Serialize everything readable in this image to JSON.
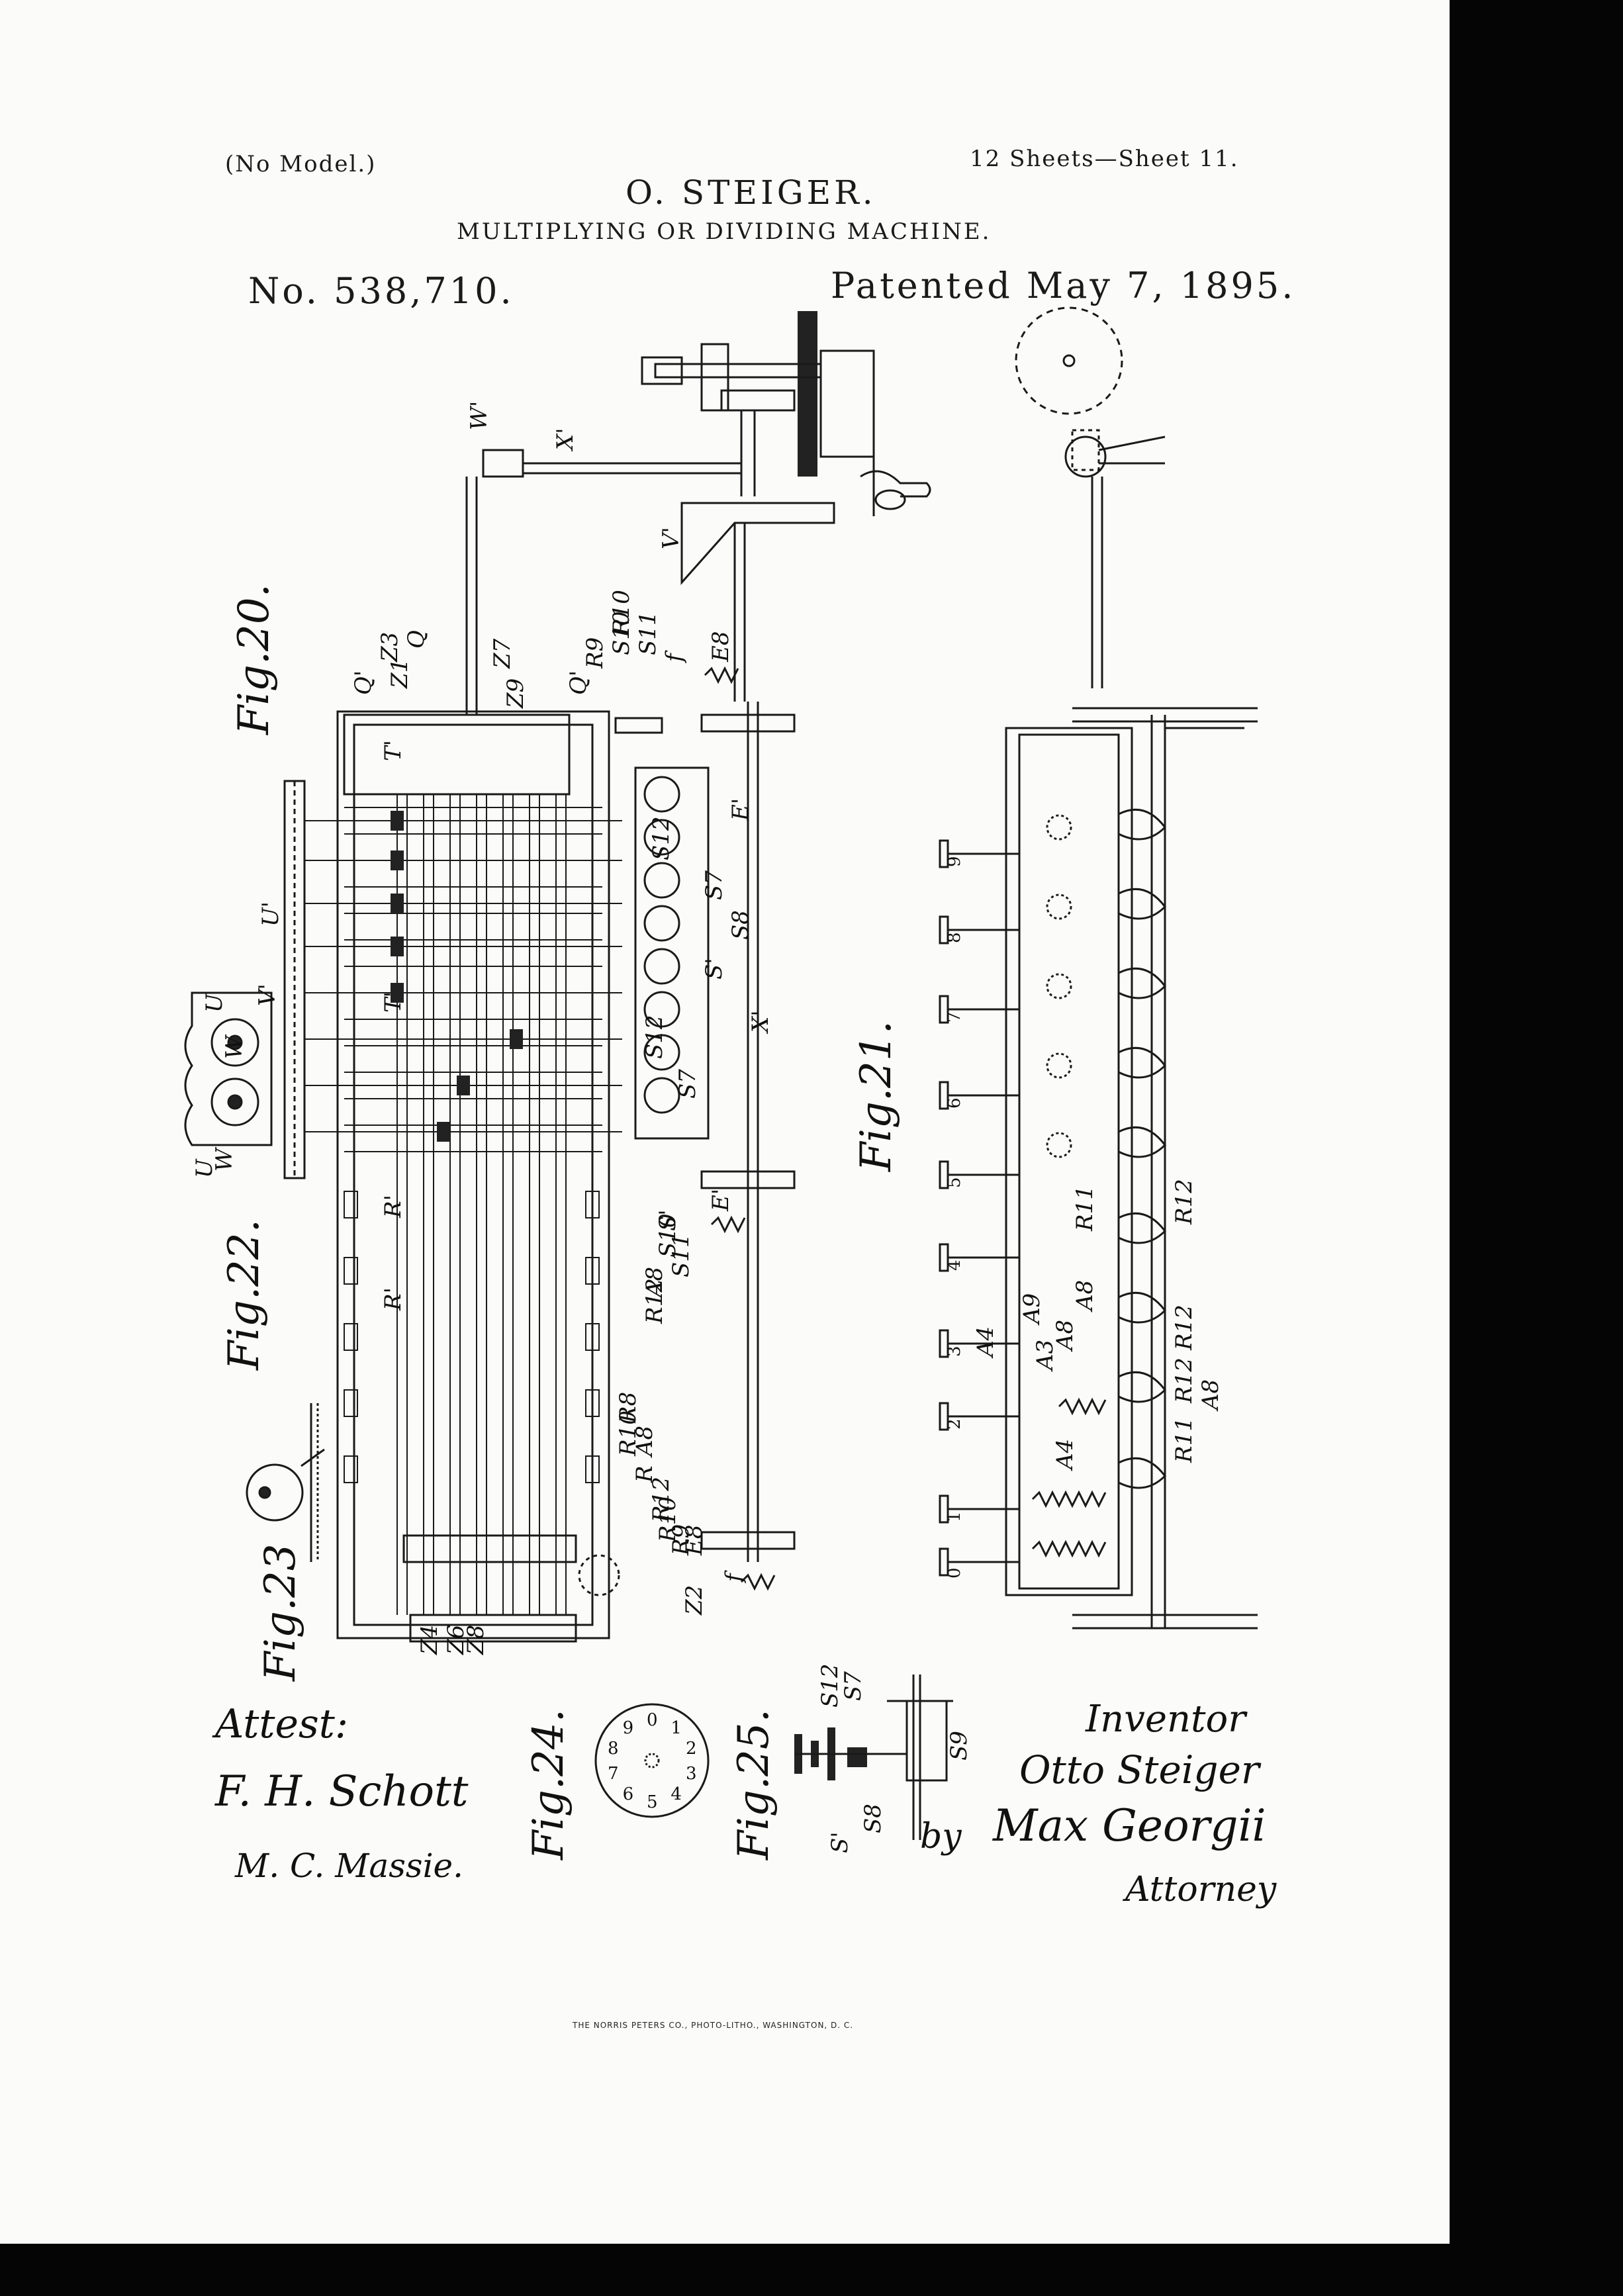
{
  "header": {
    "no_model": "(No Model.)",
    "sheets": "12 Sheets—Sheet 11.",
    "inventor_name": "O. STEIGER.",
    "title": "MULTIPLYING OR DIVIDING MACHINE.",
    "patent_no": "No. 538,710.",
    "patented": "Patented May 7, 1895."
  },
  "figures": {
    "fig20": "Fig.20.",
    "fig21": "Fig.21.",
    "fig22": "Fig.22.",
    "fig23": "Fig.23",
    "fig24": "Fig.24.",
    "fig25": "Fig.25."
  },
  "labels": {
    "fig20": [
      "W'",
      "X'",
      "V'",
      "Q'",
      "Z3",
      "Q",
      "Z1",
      "Z7",
      "Z9",
      "Q'",
      "R9",
      "S10",
      "R10",
      "S11",
      "f",
      "E8",
      "T'",
      "U'",
      "V'",
      "T'",
      "E'",
      "S12",
      "S7",
      "S8",
      "S'",
      "X'",
      "S12",
      "S7",
      "R'",
      "R'",
      "E'",
      "S'",
      "S10",
      "S11",
      "R12",
      "A8",
      "R8",
      "R10",
      "A8",
      "R",
      "R12",
      "R10",
      "R9",
      "E8",
      "f",
      "Z2",
      "Z4",
      "Z6",
      "Z8"
    ],
    "fig21": [
      "R12",
      "R11",
      "A8",
      "A9",
      "A8",
      "R12",
      "A4",
      "A3",
      "R12",
      "A8",
      "R11",
      "A4"
    ],
    "fig22": [
      "U",
      "W",
      "U",
      "W"
    ],
    "fig25": [
      "S12",
      "S7",
      "S9",
      "S8",
      "S'"
    ]
  },
  "fig21_keys": [
    "0",
    "1",
    "2",
    "3",
    "4",
    "5",
    "6",
    "7",
    "8",
    "9"
  ],
  "fig24_dial": [
    "0",
    "1",
    "2",
    "3",
    "4",
    "5",
    "6",
    "7",
    "8",
    "9"
  ],
  "signatures": {
    "attest": "Attest:",
    "witness1": "F. H. Schott",
    "witness2": "M. C. Massie.",
    "inventor_label": "Inventor",
    "inventor_sig": "Otto Steiger",
    "by": "by",
    "attorney_sig": "Max Georgii",
    "attorney_label": "Attorney"
  },
  "imprint": "THE NORRIS PETERS CO., PHOTO-LITHO., WASHINGTON, D. C."
}
